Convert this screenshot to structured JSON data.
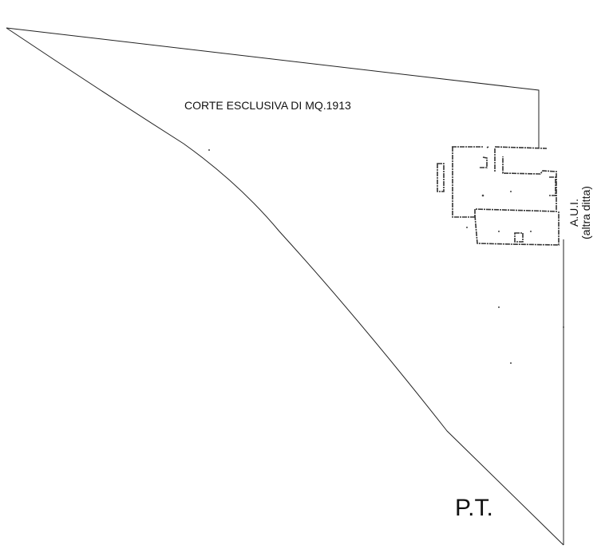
{
  "labels": {
    "court": "CORTE ESCLUSIVA DI MQ.1913",
    "floor": "P.T.",
    "adjacent_unit": "A.U.I.",
    "adjacent_unit_note": "(altra ditta)"
  }
}
